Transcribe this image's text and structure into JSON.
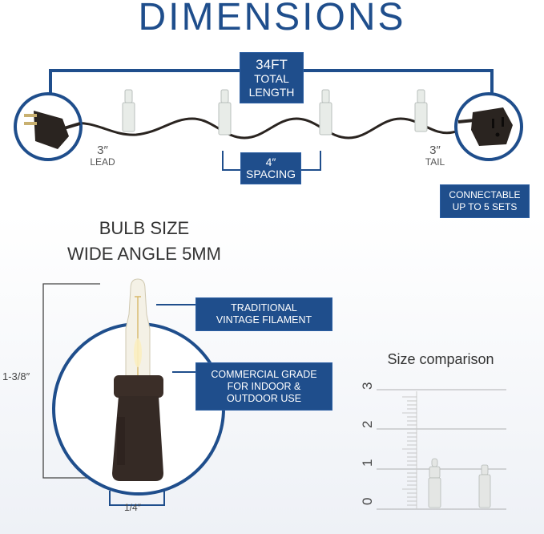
{
  "title": "DIMENSIONS",
  "total_length": {
    "line1": "34FT",
    "line2": "TOTAL",
    "line3": "LENGTH"
  },
  "spacing": {
    "line1": "4″",
    "line2": "SPACING"
  },
  "lead": {
    "line1": "3″",
    "line2": "LEAD"
  },
  "tail": {
    "line1": "3″",
    "line2": "TAIL"
  },
  "connectable": {
    "line1": "CONNECTABLE",
    "line2": "UP TO 5 SETS"
  },
  "bulb_size": {
    "line1": "BULB SIZE",
    "line2": "WIDE ANGLE 5MM"
  },
  "filament": {
    "line1": "TRADITIONAL",
    "line2": "VINTAGE FILAMENT"
  },
  "grade": {
    "line1": "COMMERCIAL GRADE",
    "line2": "FOR INDOOR &",
    "line3": "OUTDOOR USE"
  },
  "height_label": "1-3/8″",
  "width_label": "1/4″",
  "size_comparison": {
    "title": "Size comparison",
    "ruler_labels": [
      "0",
      "1",
      "2",
      "3"
    ]
  },
  "colors": {
    "navy": "#1f4e8c",
    "circle": "#1f4e8c",
    "wire": "#2a2420"
  }
}
